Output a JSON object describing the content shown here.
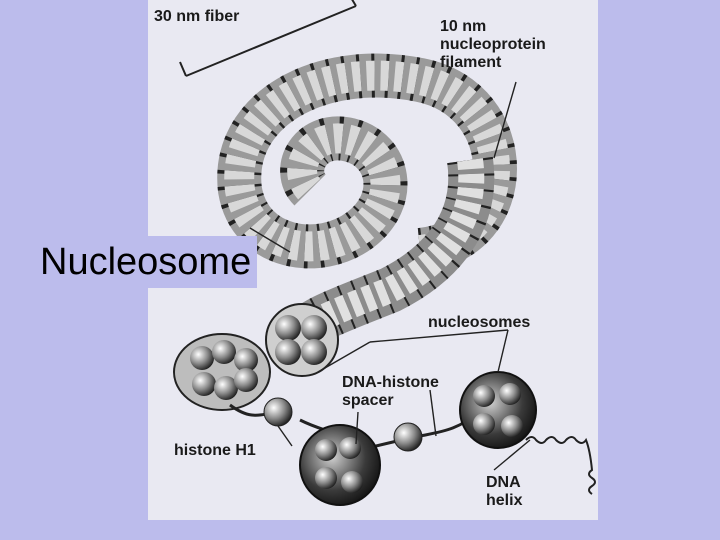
{
  "slide": {
    "title": "Nucleosome"
  },
  "labels": {
    "fiber_30nm": "30 nm fiber",
    "filament": [
      "10 nm",
      "nucleoprotein",
      "filament"
    ],
    "nucleosomes": "nucleosomes",
    "spacer": [
      "DNA-histone",
      "spacer"
    ],
    "histone_h1": "histone H1",
    "dna_helix": [
      "DNA",
      "helix"
    ]
  },
  "colors": {
    "background": "#bcbcec",
    "diagram_paper": "#e9e9f2",
    "ink": "#1a1a1a"
  }
}
